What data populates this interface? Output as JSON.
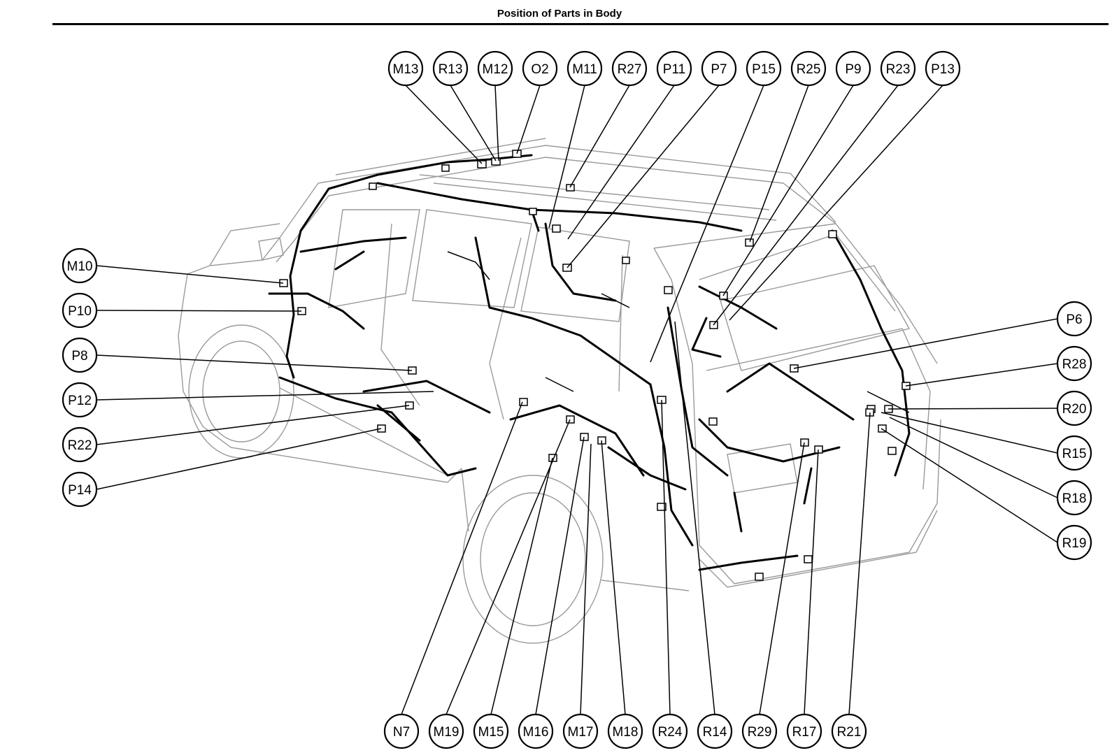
{
  "page_title": "Position of Parts in Body",
  "callouts_top": [
    "M13",
    "R13",
    "M12",
    "O2",
    "M11",
    "R27",
    "P11",
    "P7",
    "P15",
    "R25",
    "P9",
    "R23",
    "P13"
  ],
  "callouts_left": [
    "M10",
    "P10",
    "P8",
    "P12",
    "R22",
    "P14"
  ],
  "callouts_right": [
    "P6",
    "R28",
    "R20",
    "R15",
    "R18",
    "R19"
  ],
  "callouts_bottom": [
    "N7",
    "M19",
    "M15",
    "M16",
    "M17",
    "M18",
    "R24",
    "R14",
    "R29",
    "R17",
    "R21"
  ]
}
